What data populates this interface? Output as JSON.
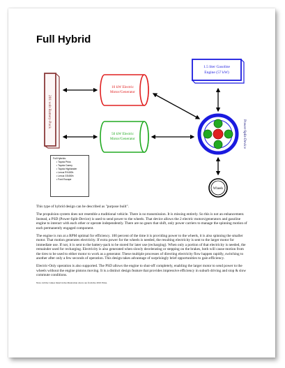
{
  "title": "Full Hybrid",
  "diagram": {
    "battery_pack": "201 volt Battery-Pack",
    "motor1": [
      "10 kW Electric",
      "Motor/Generator"
    ],
    "motor2": [
      "50 kW Electric",
      "Motor/Generator"
    ],
    "engine": [
      "1.5 liter Gasoline",
      "Engine (57 kW)"
    ],
    "psd_label": "Power-Split-Device",
    "wheels": "Wheels",
    "colors": {
      "battery": "#8b3a3a",
      "motor1": "#e02020",
      "motor2": "#22aa22",
      "engine": "#1a1adf",
      "psd_ring": "#1a1adf",
      "psd_planets": "#22aa22",
      "psd_sun": "#e02020"
    }
  },
  "legend": {
    "heading": "Full Hybrids:",
    "items": [
      "Toyota Prius",
      "Toyota Camry",
      "Toyota Highlander",
      "Lexus RX400h",
      "Lexus GS450h",
      "Ford Escape"
    ]
  },
  "paragraphs": [
    "This type of hybrid design can be described as \"purpose built\".",
    "The propulsion system does not resemble a traditional vehicle. There is no transmission. It is missing entirely. So this is not an enhancement. Instead, a PSD (Power-Split-Device) is used to send power to the wheels. That device allows the 2 electric motors/generators and gasoline engine to interact with each other or operate independently. There are no gears that shift, only power carriers to manage the spinning motion of each permanently engaged component.",
    "The engine is run at a RPM optimal for efficiency. 100 percent of the time it is providing power to the wheels, it is also spinning the smaller motor. That motion generates electricity. If extra power for the wheels is needed, the resulting electricity is sent to the larger motor for immediate use. If not, it is sent to the battery-pack to be stored for later use (recharging). When only a portion of that electricity is needed, the remainder used for recharging. Electricity is also generated when slowly decelerating or stepping on the brakes, both will cause motion from the tires to be used to either motor to work as a generator. These multiple processes of directing electricity flow happen rapidly, switching to another after only a few seconds of operation. This design takes advantage of surprisingly brief opportunities to gain efficiency.",
    "Electric-Only operation is also supported. The PSD allows the engine to shut-off completely, enabling the larger motor to send power to the wheels without the engine pistons moving. It is a distinct design feature that provides impressive efficiency in suburb driving and stop & slow commute conditions."
  ],
  "note": "Note: All the values listed in the illustration above are from the 2010 Prius."
}
